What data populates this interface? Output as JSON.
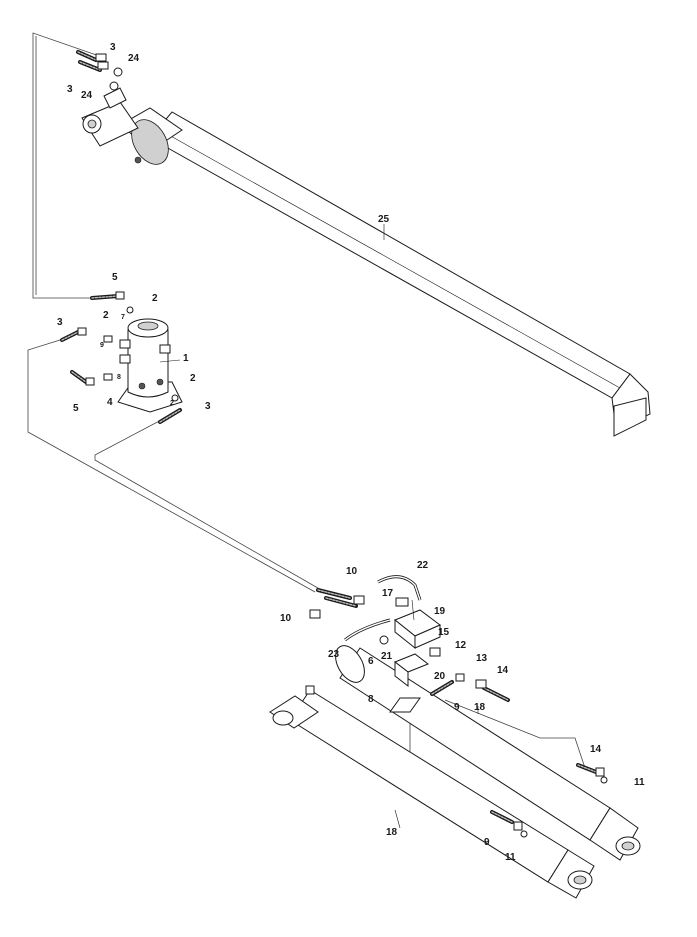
{
  "callouts": {
    "c1": "1",
    "c2a": "2",
    "c2b": "2",
    "c2c": "2",
    "c2d": "2",
    "c3a": "3",
    "c3b": "3",
    "c3c": "3",
    "c3d": "3",
    "c4": "4",
    "c5a": "5",
    "c5b": "5",
    "c6": "6",
    "c7": "7",
    "c8": "8",
    "c8b": "8",
    "c9a": "9",
    "c9b": "9",
    "c9c": "9",
    "c10a": "10",
    "c10b": "10",
    "c11a": "11",
    "c11b": "11",
    "c12": "12",
    "c13": "13",
    "c14a": "14",
    "c14b": "14",
    "c15": "15",
    "c17": "17",
    "c18a": "18",
    "c18b": "18",
    "c19": "19",
    "c20": "20",
    "c21": "21",
    "c22": "22",
    "c23": "23",
    "c24a": "24",
    "c24b": "24",
    "c25": "25"
  }
}
